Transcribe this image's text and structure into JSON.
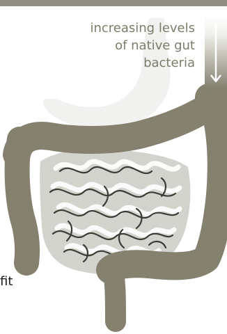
{
  "caption": {
    "line1": "increasing levels",
    "line2": "of native gut",
    "line3": "bacteria"
  },
  "side_label": "fit",
  "colors": {
    "colon": "#84826f",
    "stomach": "#f1f1ef",
    "small_intestine": "#d3d3ce",
    "outline": "#3c3c37",
    "caption": "#7d7c6c",
    "arrow_top": "#ffffff",
    "arrow_bottom": "#84826f"
  },
  "icons": [
    "down-arrow-icon"
  ]
}
